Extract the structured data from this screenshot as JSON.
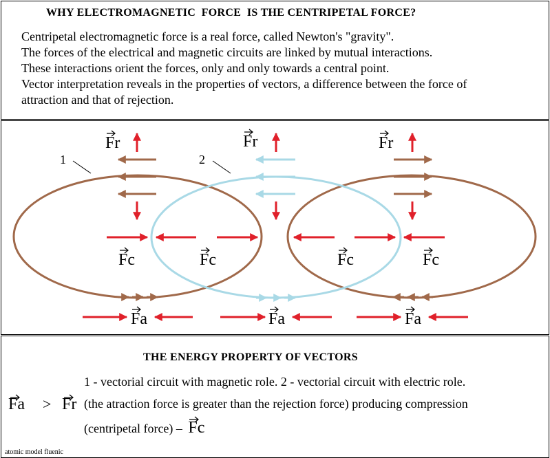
{
  "top": {
    "title": "WHY ELECTROMAGNETIC  FORCE  IS THE CENTRIPETAL FORCE?",
    "lines": [
      "Centripetal electromagnetic force is a real force, called Newton's \"gravity\".",
      "The forces of the electrical and magnetic circuits are linked by mutual interactions.",
      "These interactions orient the forces, only and only towards a central point.",
      "Vector interpretation reveals in the properties of vectors, a difference between the force of",
      "attraction and that of rejection."
    ]
  },
  "diagram": {
    "circuit_labels": [
      "1",
      "2"
    ],
    "vector_labels": {
      "rejection": "Fr",
      "centripetal": "Fc",
      "attraction": "Fa"
    },
    "colors": {
      "magnetic_circuit": "#a0694a",
      "electric_circuit": "#a9d9e6",
      "force_arrow": "#e0202a"
    }
  },
  "bottom": {
    "title": "THE ENERGY PROPERTY OF VECTORS",
    "legend": "1 - vectorial circuit with magnetic role.   2 - vectorial circuit with electric role.",
    "inequality_left": "Fa",
    "inequality_op": ">",
    "inequality_right": "Fr",
    "explanation": "(the atraction force is greater than the rejection force) producing compression",
    "conclusion": "(centripetal force) –",
    "conclusion_vector": "Fc",
    "credit": "atomic model fluenic"
  }
}
